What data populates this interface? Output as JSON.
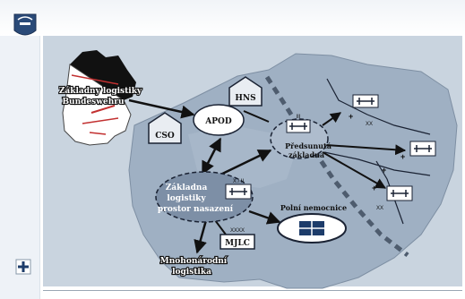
{
  "nodes": {
    "bundeswehr": {
      "line1": "Základny logistiky",
      "line2": "Bundeswehru"
    },
    "apod": "APOD",
    "hns": "HNS",
    "cso": "CSO",
    "forward_base": {
      "line1": "Předsunutá",
      "line2": "základna"
    },
    "area_logistics": {
      "line1": "Základna",
      "line2": "logistiky",
      "line3": "prostor nasazení"
    },
    "field_hospital": "Polní nemocnice",
    "mjlc": "MJLC",
    "mjlc_echelon": "XXXX",
    "multinational": {
      "line1": "Mnohonárodní",
      "line2": "logistika"
    }
  },
  "unit_markings": {
    "forward_base_echelon": "III",
    "area_echelon": "X / II",
    "unit1_echelon": "XX",
    "unit2_echelon": "XX"
  },
  "icons": [
    "logo-icon",
    "bundeswehr-cross-icon",
    "germany-map-icon",
    "deployment-area-map-icon",
    "military-unit-symbol-icon",
    "hospital-symbol-icon",
    "warehouse-icon"
  ],
  "colors": {
    "panel_bg": "#c9d4df",
    "map_land": "#9fb0c3",
    "accent_blue": "#1d3c6a",
    "node_fill": "#ffffff",
    "area_fill": "#7d8fa6"
  }
}
